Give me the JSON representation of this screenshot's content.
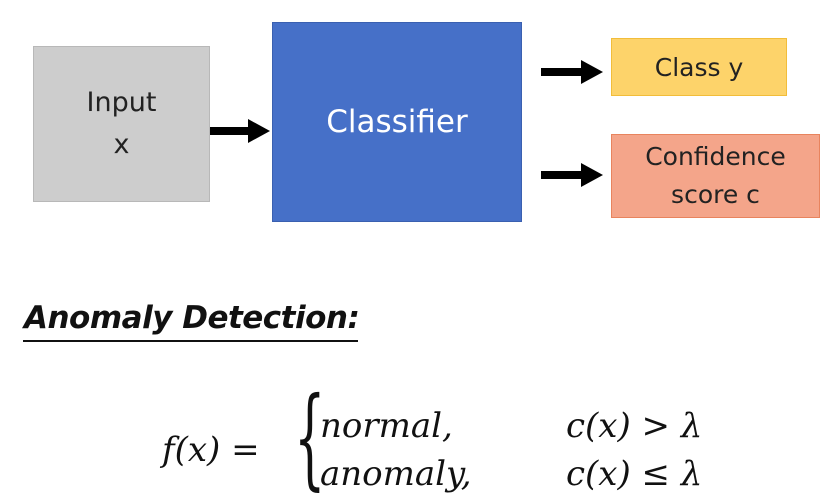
{
  "diagram": {
    "input_label": "Input\nx",
    "classifier_label": "Classifier",
    "class_output_label": "Class y",
    "confidence_output_label": "Confidence\nscore c",
    "colors": {
      "input_fill": "#cdcdcd",
      "classifier_fill": "#4670c8",
      "class_fill": "#fdd36a",
      "confidence_fill": "#f4a58a",
      "arrow": "#000000"
    }
  },
  "section": {
    "heading": "Anomaly Detection:"
  },
  "formula": {
    "lhs": "f(x) =",
    "case1_value": "normal,",
    "case1_condition": "c(x) > λ",
    "case2_value": "anomaly,",
    "case2_condition": "c(x) ≤ λ"
  }
}
